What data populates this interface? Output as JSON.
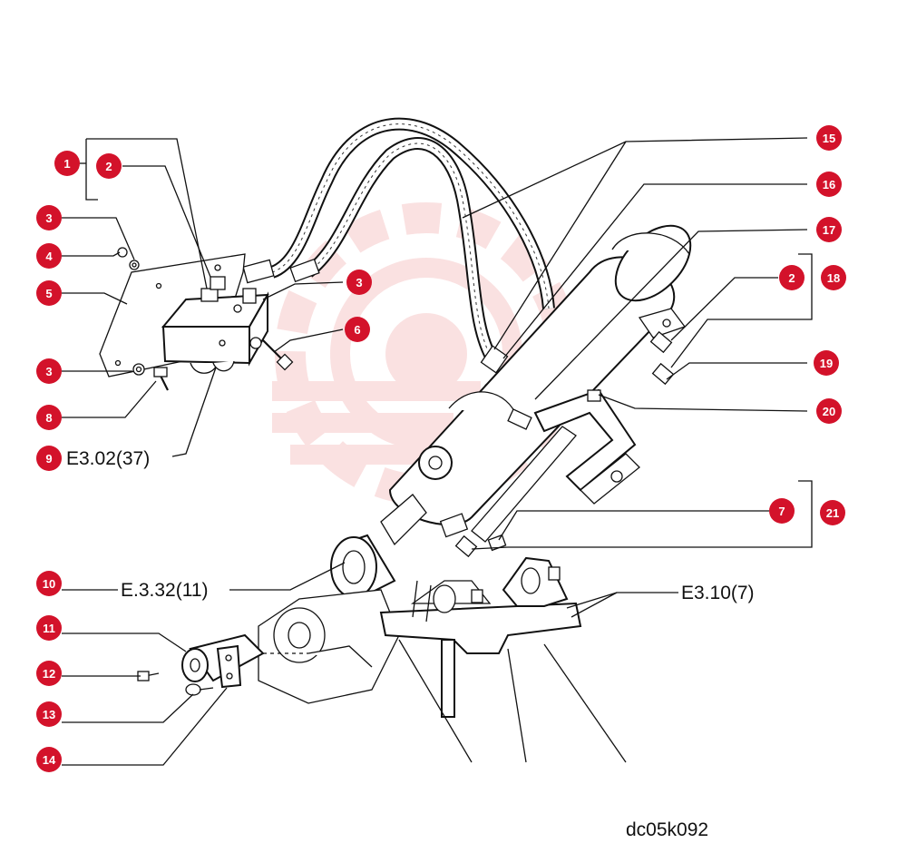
{
  "drawing_code": "dc05k092",
  "references": {
    "r9": "E3.02(37)",
    "r10": "E.3.32(11)",
    "r_block": "E3.10(7)"
  },
  "callouts": [
    {
      "id": "c1",
      "number": "1"
    },
    {
      "id": "c2a",
      "number": "2"
    },
    {
      "id": "c3a",
      "number": "3"
    },
    {
      "id": "c4",
      "number": "4"
    },
    {
      "id": "c5",
      "number": "5"
    },
    {
      "id": "c3b",
      "number": "3"
    },
    {
      "id": "c8",
      "number": "8"
    },
    {
      "id": "c9",
      "number": "9"
    },
    {
      "id": "c3c",
      "number": "3"
    },
    {
      "id": "c6",
      "number": "6"
    },
    {
      "id": "c15",
      "number": "15"
    },
    {
      "id": "c16",
      "number": "16"
    },
    {
      "id": "c17",
      "number": "17"
    },
    {
      "id": "c2b",
      "number": "2"
    },
    {
      "id": "c18",
      "number": "18"
    },
    {
      "id": "c19",
      "number": "19"
    },
    {
      "id": "c20",
      "number": "20"
    },
    {
      "id": "c7",
      "number": "7"
    },
    {
      "id": "c21",
      "number": "21"
    },
    {
      "id": "c10",
      "number": "10"
    },
    {
      "id": "c11",
      "number": "11"
    },
    {
      "id": "c12",
      "number": "12"
    },
    {
      "id": "c13",
      "number": "13"
    },
    {
      "id": "c14",
      "number": "14"
    }
  ],
  "colors": {
    "badge": "#d3122a",
    "line": "#111111",
    "watermark": "#f6c9c9"
  }
}
